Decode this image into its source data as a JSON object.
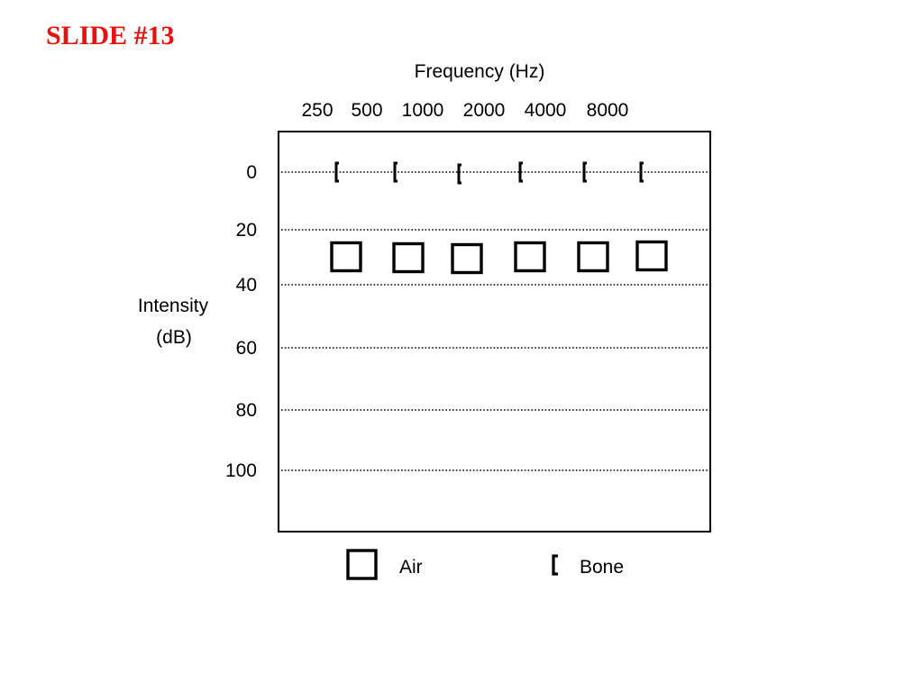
{
  "slide": {
    "title": "SLIDE #13",
    "title_color": "#e8120c"
  },
  "chart_data": {
    "type": "scatter",
    "title": "",
    "xlabel": "Frequency  (Hz)",
    "ylabel": [
      "Intensity",
      "(dB)"
    ],
    "x_categories": [
      "250",
      "500",
      "1000",
      "2000",
      "4000",
      "8000"
    ],
    "y_ticks": [
      "0",
      "20",
      "40",
      "60",
      "80",
      "100"
    ],
    "y_axis": "inverted (0 at top, 100 at bottom)",
    "grid": "dotted horizontal lines at each y tick",
    "series": [
      {
        "name": "Air",
        "marker": "square",
        "x": [
          "250",
          "500",
          "1000",
          "2000",
          "4000",
          "8000"
        ],
        "y": [
          30,
          30,
          30,
          30,
          30,
          30
        ]
      },
      {
        "name": "Bone",
        "marker": "bracket",
        "x": [
          "250",
          "500",
          "1000",
          "2000",
          "4000",
          "8000"
        ],
        "y": [
          0,
          0,
          0,
          0,
          0,
          0
        ]
      }
    ],
    "legend": [
      "Air",
      "Bone"
    ],
    "legend_position": "bottom"
  }
}
